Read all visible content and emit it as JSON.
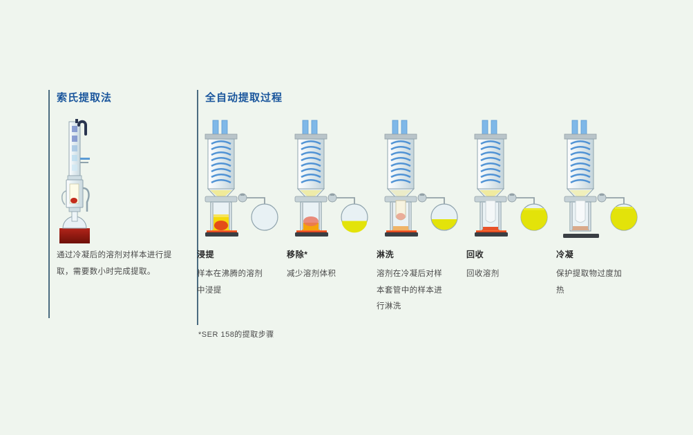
{
  "page": {
    "background_color": "#eff5ee",
    "heading_color": "#19559c",
    "rule_color": "#4a6b80",
    "body_text_color": "#4a4a4a"
  },
  "soxhlet": {
    "title": "索氏提取法",
    "caption": "通过冷凝后的溶剂对样本进行提取，需要数小时完成提取。",
    "figure_name": "soxhlet-apparatus-illustration"
  },
  "process": {
    "title": "全自动提取过程",
    "footnote": "*SER 158的提取步骤",
    "steps": [
      {
        "label": "浸提",
        "description": "样本在沸腾的溶剂中浸提",
        "figure_name": "extraction-step-immersion-illustration",
        "beaker_fill": "#f5d90a",
        "beaker_fill_level": 0.3,
        "flask_fill": "none",
        "flask_fill_level": 0.0,
        "hotplate_glow": "#e83a1c",
        "heated": true,
        "thimble_lowered": true
      },
      {
        "label": "移除*",
        "description": "减少溶剂体积",
        "figure_name": "extraction-step-removal-illustration",
        "beaker_fill": "#f5a40a",
        "beaker_fill_level": 0.16,
        "flask_fill": "#e3e30a",
        "flask_fill_level": 0.42,
        "hotplate_glow": "#e83a1c",
        "heated": true,
        "thimble_lowered": true
      },
      {
        "label": "淋洗",
        "description": "溶剂在冷凝后对样本套管中的样本进行淋洗",
        "figure_name": "extraction-step-rinsing-illustration",
        "beaker_fill": "#f0b468",
        "beaker_fill_level": 0.12,
        "flask_fill": "#e3e30a",
        "flask_fill_level": 0.5,
        "hotplate_glow": "#e83a1c",
        "heated": true,
        "thimble_lowered": false
      },
      {
        "label": "回收",
        "description": "回收溶剂",
        "figure_name": "extraction-step-recovery-illustration",
        "beaker_fill": "#e8522a",
        "beaker_fill_level": 0.08,
        "flask_fill": "#e3e30a",
        "flask_fill_level": 0.8,
        "hotplate_glow": "#e83a1c",
        "heated": true,
        "thimble_lowered": false
      },
      {
        "label": "冷凝",
        "description": "保护提取物过度加热",
        "figure_name": "extraction-step-condensation-illustration",
        "beaker_fill": "#d9a98a",
        "beaker_fill_level": 0.1,
        "flask_fill": "#e3e30a",
        "flask_fill_level": 0.86,
        "hotplate_glow": "none",
        "heated": false,
        "thimble_lowered": false
      }
    ]
  },
  "colors": {
    "glass_stroke": "#8fa3ad",
    "glass_fill": "#dce8ee",
    "coil_blue": "#4a8fd4",
    "metal_gray": "#a7b2b8",
    "hotplate_dark": "#3a3f44"
  }
}
